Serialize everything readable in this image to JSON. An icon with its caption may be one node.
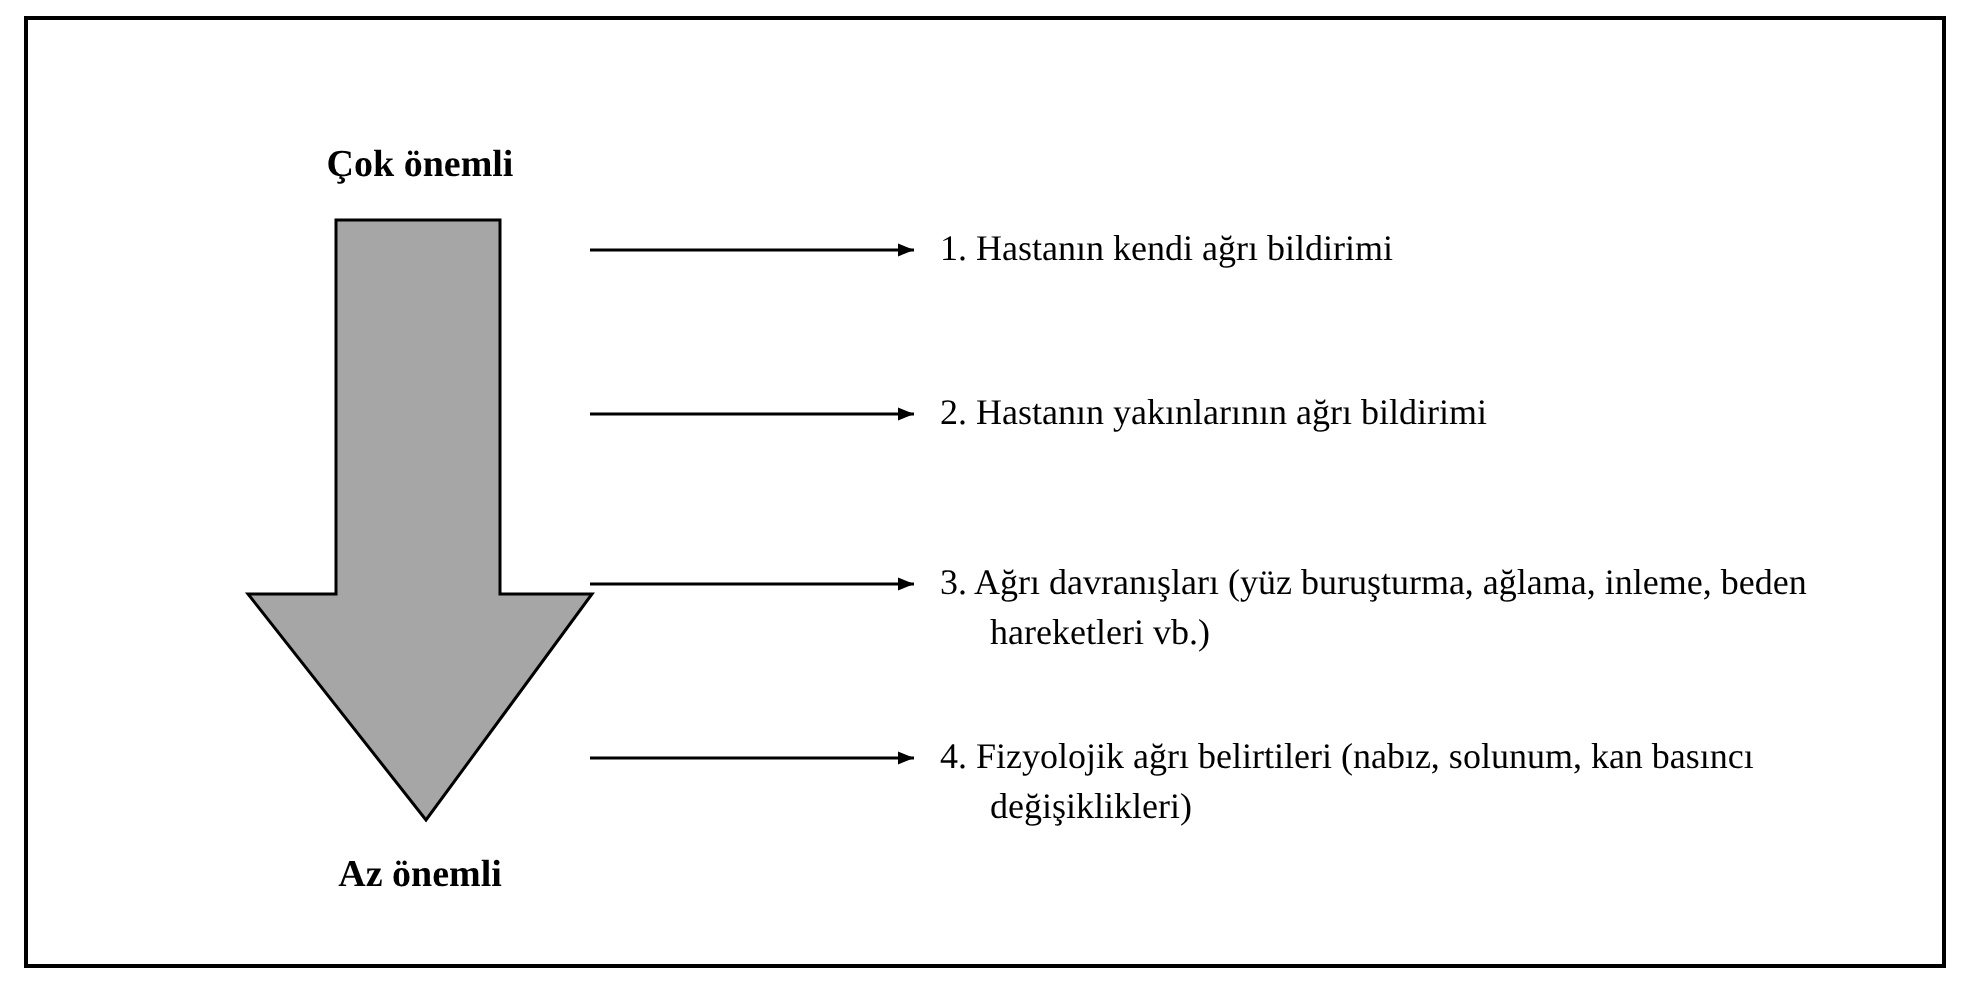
{
  "diagram": {
    "nodes": [
      {
        "text": [
          "1. Hastanın kendi ağrı bildirimi"
        ]
      },
      {
        "text": [
          "2. Hastanın yakınlarının ağrı bildirimi"
        ]
      },
      {
        "text": [
          "3. Ağrı davranışları (yüz buruşturma, ağlama, inleme, beden hareketleri vb.)"
        ]
      },
      {
        "text": [
          "4. Fizyolojik ağrı belirtileri (nabız, solunum, kan basıncı değişiklikleri)"
        ]
      }
    ],
    "edges": [
      {
        "from": null,
        "to": 0,
        "arrow": "to"
      },
      {
        "from": null,
        "to": 1,
        "arrow": "to"
      },
      {
        "from": null,
        "to": 2,
        "arrow": "to"
      },
      {
        "from": null,
        "to": 3,
        "arrow": "to"
      }
    ],
    "labels": [
      "Çok önemli",
      "Az önemli"
    ]
  }
}
